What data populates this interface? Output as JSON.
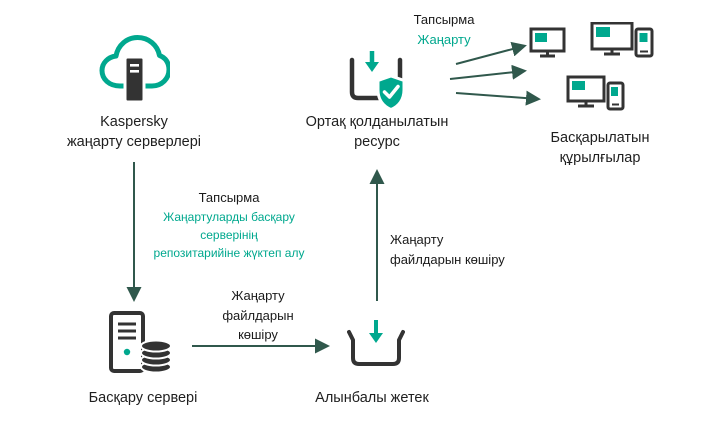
{
  "colors": {
    "teal": "#00A88E",
    "arrow": "#30584C",
    "icon_dark": "#333333",
    "text": "#1F1F1F"
  },
  "icons": {
    "kaspersky_servers": "cloud-server-icon",
    "admin_server": "server-database-icon",
    "removable_drive": "removable-drive-download-icon",
    "shared_resource": "shared-resource-shield-check-icon",
    "managed_devices": "monitors-and-phones-icon"
  },
  "nodes": {
    "kaspersky_servers": {
      "lines": [
        "Kaspersky",
        "жаңарту серверлері"
      ]
    },
    "admin_server": {
      "label": "Басқару сервері"
    },
    "removable_drive": {
      "label": "Алынбалы жетек"
    },
    "shared_resource": {
      "lines": [
        "Ортақ қолданылатын",
        "ресурс"
      ]
    },
    "managed_devices": {
      "lines": [
        "Басқарылатын",
        "құрылғылар"
      ]
    }
  },
  "edges": {
    "download_task": {
      "title": "Тапсырма",
      "detail_lines": [
        "Жаңартуларды басқару",
        "серверінің",
        "репозитарийіне жүктеп алу"
      ]
    },
    "copy_to_drive": {
      "lines": [
        "Жаңарту",
        "файлдарын",
        "көшіру"
      ]
    },
    "copy_to_share": {
      "lines": [
        "Жаңарту",
        "файлдарын көшіру"
      ]
    },
    "update_task": {
      "title": "Тапсырма",
      "detail": "Жаңарту"
    }
  }
}
